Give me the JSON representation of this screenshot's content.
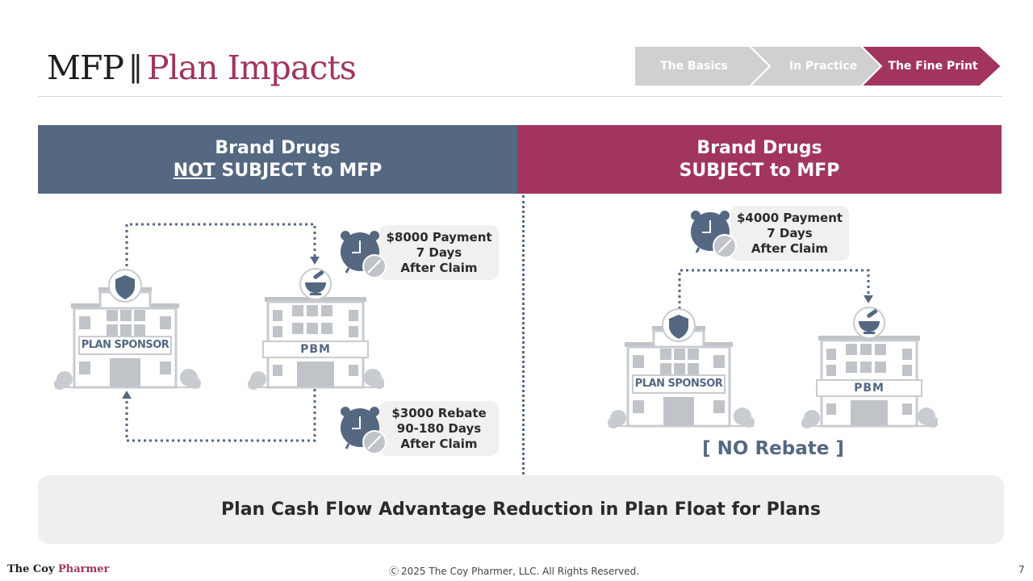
{
  "title": {
    "prefix": "MFP",
    "separator": "‖",
    "main": "Plan Impacts"
  },
  "nav": {
    "steps": [
      {
        "label": "The Basics",
        "active": false
      },
      {
        "label": "In Practice",
        "active": false
      },
      {
        "label": "The Fine Print",
        "active": true
      }
    ],
    "active_color": "#a1355f",
    "inactive_color": "#d0d0d0"
  },
  "left_panel": {
    "header_line1": "Brand Drugs",
    "header_not": "NOT",
    "header_line2_rest": " SUBJECT to MFP",
    "header_color": "#546882",
    "plan_sponsor_label": "PLAN SPONSOR",
    "pbm_label": "PBM",
    "payment": {
      "line1": "$8000 Payment",
      "line2": "7 Days",
      "line3": "After Claim"
    },
    "rebate": {
      "line1": "$3000 Rebate",
      "line2": "90-180 Days",
      "line3": "After Claim"
    }
  },
  "right_panel": {
    "header_line1": "Brand Drugs",
    "header_line2": "SUBJECT to MFP",
    "header_color": "#a1355f",
    "plan_sponsor_label": "PLAN SPONSOR",
    "pbm_label": "PBM",
    "payment": {
      "line1": "$4000 Payment",
      "line2": "7 Days",
      "line3": "After Claim"
    },
    "no_rebate": "[ NO Rebate ]"
  },
  "summary": "Plan Cash Flow Advantage Reduction in Plan Float for Plans",
  "footer": {
    "brand_part1": "The Coy ",
    "brand_part2": "Pharmer",
    "copyright_symbol": "Ⓒ",
    "copyright": "2025 The Coy Pharmer, LLC. All Rights Reserved.",
    "page_number": "7"
  },
  "icons": {
    "shield": "shield-icon",
    "mortar": "mortar-pestle-icon",
    "clock": "clock-icon",
    "building": "building-icon"
  }
}
